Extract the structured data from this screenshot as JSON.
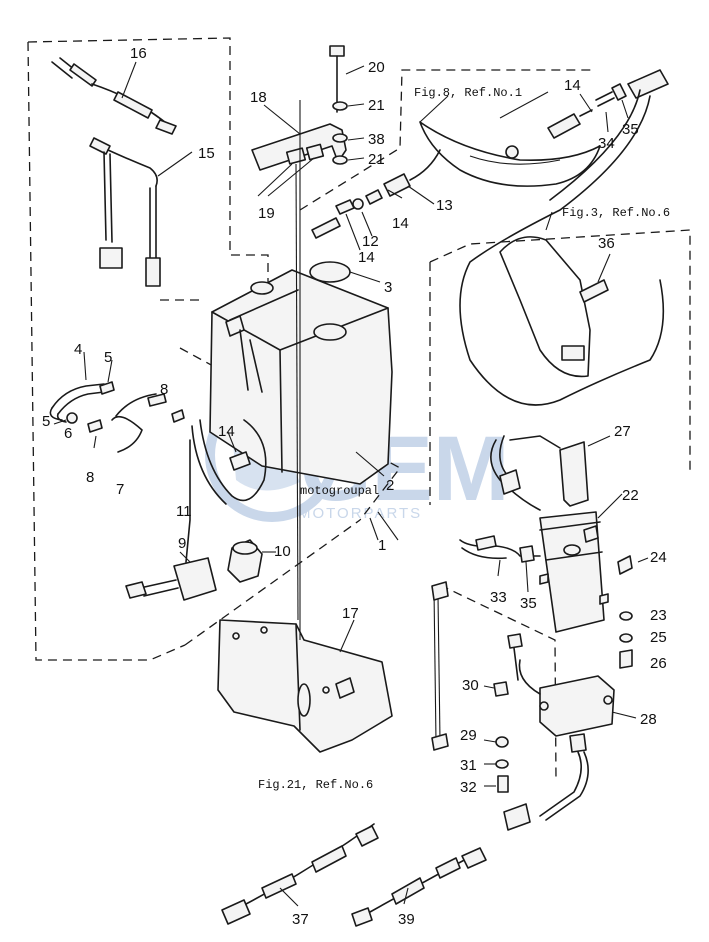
{
  "callouts": {
    "c1": "1",
    "c2": "2",
    "c3": "3",
    "c4": "4",
    "c5a": "5",
    "c5b": "5",
    "c6": "6",
    "c7": "7",
    "c8a": "8",
    "c8b": "8",
    "c9": "9",
    "c10": "10",
    "c11": "11",
    "c12": "12",
    "c13": "13",
    "c14a": "14",
    "c14b": "14",
    "c14c": "14",
    "c14d": "14",
    "c15": "15",
    "c16": "16",
    "c17": "17",
    "c18": "18",
    "c19": "19",
    "c20": "20",
    "c21a": "21",
    "c21b": "21",
    "c22": "22",
    "c23": "23",
    "c24": "24",
    "c25": "25",
    "c26": "26",
    "c27": "27",
    "c28": "28",
    "c29": "29",
    "c30": "30",
    "c31": "31",
    "c32": "32",
    "c33": "33",
    "c34": "34",
    "c35a": "35",
    "c35b": "35",
    "c36": "36",
    "c37": "37",
    "c38": "38",
    "c39": "39"
  },
  "references": {
    "fig8": "Fig.8, Ref.No.1",
    "fig3": "Fig.3, Ref.No.6",
    "fig21": "Fig.21, Ref.No.6"
  },
  "watermark": {
    "brand": "GEM",
    "sub": "MOTORPARTS",
    "stamp": "motogroupal",
    "color": "#c9d7ea"
  }
}
